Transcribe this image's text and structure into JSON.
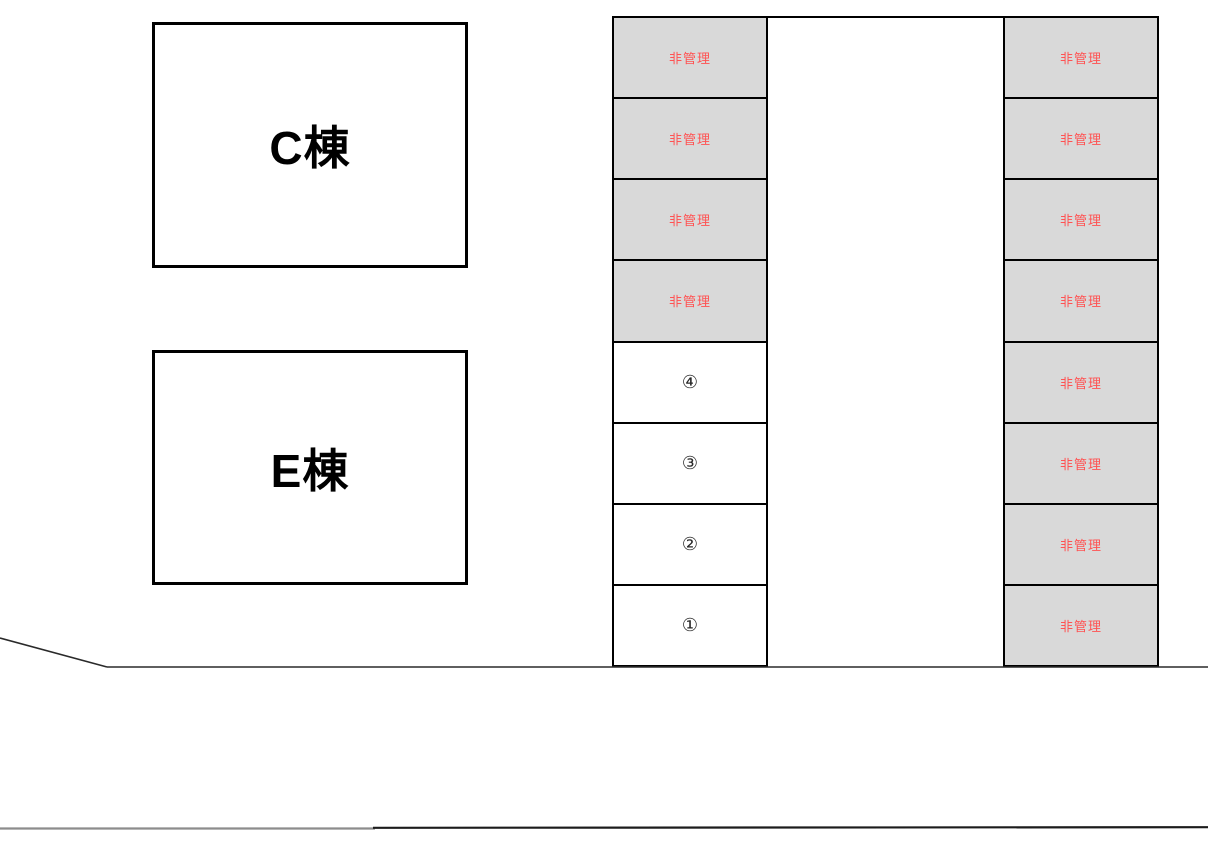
{
  "map": {
    "buildings": [
      {
        "label": "C棟"
      },
      {
        "label": "E棟"
      }
    ],
    "columns": {
      "left": {
        "cells": [
          {
            "label": "非管理",
            "status": "unmanaged"
          },
          {
            "label": "非管理",
            "status": "unmanaged"
          },
          {
            "label": "非管理",
            "status": "unmanaged"
          },
          {
            "label": "非管理",
            "status": "unmanaged"
          },
          {
            "label": "④",
            "status": "numbered"
          },
          {
            "label": "③",
            "status": "numbered"
          },
          {
            "label": "②",
            "status": "numbered"
          },
          {
            "label": "①",
            "status": "numbered"
          }
        ]
      },
      "right": {
        "cells": [
          {
            "label": "非管理",
            "status": "unmanaged"
          },
          {
            "label": "非管理",
            "status": "unmanaged"
          },
          {
            "label": "非管理",
            "status": "unmanaged"
          },
          {
            "label": "非管理",
            "status": "unmanaged"
          },
          {
            "label": "非管理",
            "status": "unmanaged"
          },
          {
            "label": "非管理",
            "status": "unmanaged"
          },
          {
            "label": "非管理",
            "status": "unmanaged"
          },
          {
            "label": "非管理",
            "status": "unmanaged"
          }
        ]
      }
    },
    "colors": {
      "unmanaged_bg": "#d9d9d9",
      "unmanaged_text": "#ff5252",
      "numbered_text": "#262626",
      "border": "#000000"
    }
  }
}
